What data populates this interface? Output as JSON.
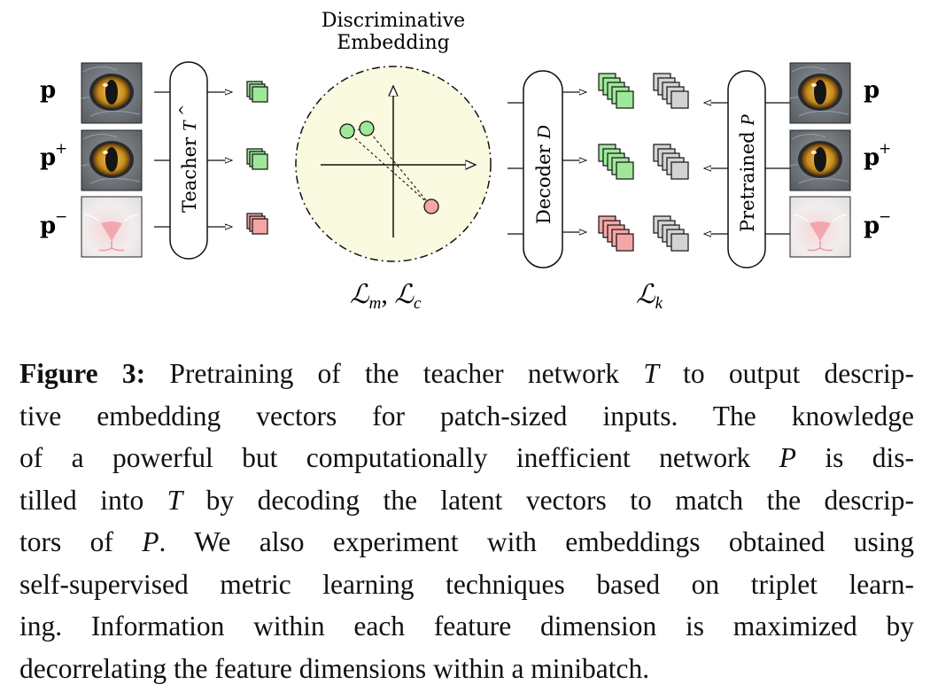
{
  "figure": {
    "embedding_title_line1": "Discriminative",
    "embedding_title_line2": "Embedding",
    "left_labels": [
      "p",
      "p",
      "p"
    ],
    "left_sups": [
      "",
      "+",
      "−"
    ],
    "right_labels": [
      "p",
      "p",
      "p"
    ],
    "right_sups": [
      "",
      "+",
      "−"
    ],
    "teacher_text": "Teacher ",
    "teacher_symbol": "T",
    "teacher_hat": "^",
    "decoder_text": "Decoder ",
    "decoder_symbol": "D",
    "pretrained_text": "Pretrained ",
    "pretrained_symbol": "P",
    "loss_left_a": "ℒ",
    "loss_left_a_sub": "m",
    "loss_left_sep": ", ",
    "loss_left_b": "ℒ",
    "loss_left_b_sub": "c",
    "loss_right": "ℒ",
    "loss_right_sub": "k",
    "colors": {
      "green_fill": "#9fe89a",
      "red_fill": "#f4a6a6",
      "gray_fill": "#d3d3d3",
      "circle_fill": "#fafae0",
      "stroke": "#111111"
    },
    "patch_images": [
      "cat-eye-patch",
      "cat-eye-patch",
      "cat-nose-patch"
    ]
  },
  "caption": {
    "label": "Figure 3:",
    "lines": [
      [
        "Pretraining of the teacher network ",
        "T",
        " to output descrip-"
      ],
      [
        "tive embedding vectors for patch-sized inputs.  The knowledge"
      ],
      [
        "of a powerful but computationally inefficient network ",
        "P",
        " is dis-"
      ],
      [
        "tilled into ",
        "T",
        " by decoding the latent vectors to match the descrip-"
      ],
      [
        "tors of ",
        "P",
        ".  We also experiment with embeddings obtained using"
      ],
      [
        "self-supervised metric learning techniques based on triplet learn-"
      ],
      [
        "ing.  Information within each feature dimension is maximized by"
      ],
      [
        "decorrelating the feature dimensions within a minibatch."
      ]
    ]
  }
}
